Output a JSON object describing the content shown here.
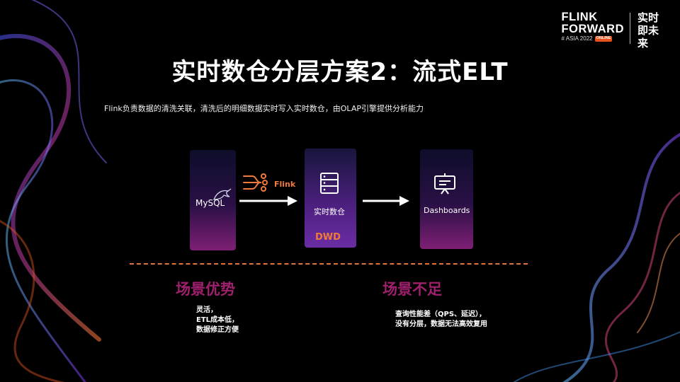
{
  "logo": {
    "line1": "FLINK",
    "line2": "FORWARD",
    "sub": "# ASIA 2022",
    "badge": "ONLINE",
    "cn": "实时即未来"
  },
  "slide": {
    "title": "实时数仓分层方案2：流式ELT",
    "subtitle": "Flink负责数据的清洗关联，清洗后的明细数据实时写入实时数仓，由OLAP引擎提供分析能力"
  },
  "diagram": {
    "source_label": "MySQL",
    "flink_label": "Flink",
    "warehouse_label": "实时数仓",
    "layer_label": "DWD",
    "target_label": "Dashboards"
  },
  "advantages": {
    "heading": "场景优势",
    "lines": [
      "灵活，",
      "ETL成本低，",
      "数据修正方便"
    ]
  },
  "disadvantages": {
    "heading": "场景不足",
    "lines": [
      "查询性能差（QPS、延迟），",
      "没有分层，数据无法高效复用"
    ]
  },
  "colors": {
    "accent_orange": "#f07a3a",
    "heading_magenta": "#a0206e",
    "background": "#000000"
  },
  "icons": {
    "source": "mysql-dolphin-icon",
    "flink": "flink-stream-icon",
    "warehouse": "database-stack-icon",
    "target": "presentation-board-icon"
  }
}
